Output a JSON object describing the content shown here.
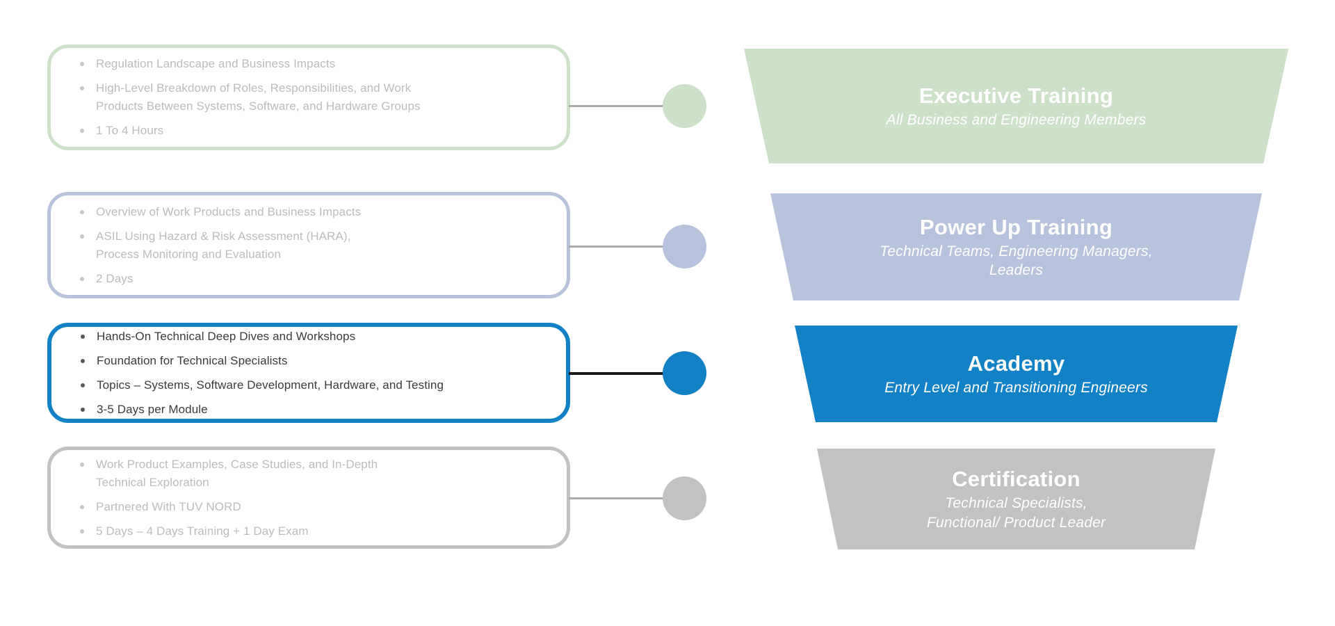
{
  "page": {
    "background": "#ffffff"
  },
  "rows": [
    {
      "name": "executive-training",
      "highlighted": false,
      "accent_color": "#cce1c8",
      "text_color": "#bcbcbc",
      "connector_color": "#a9a9a9",
      "bullets": [
        "Regulation Landscape and Business Impacts",
        "High-Level Breakdown of Roles, Responsibilities, and Work\nProducts Between Systems, Software, and Hardware Groups",
        "1 To 4 Hours"
      ],
      "funnel": {
        "title": "Executive Training",
        "subtitle": "All Business and Engineering Members"
      }
    },
    {
      "name": "power-up-training",
      "highlighted": false,
      "accent_color": "#b7c3dc",
      "text_color": "#bcbcbc",
      "connector_color": "#a9a9a9",
      "bullets": [
        "Overview of Work Products and Business Impacts",
        "ASIL Using Hazard & Risk Assessment (HARA),\nProcess Monitoring and Evaluation",
        "2 Days"
      ],
      "funnel": {
        "title": "Power Up Training",
        "subtitle": "Technical Teams, Engineering Managers,\nLeaders"
      }
    },
    {
      "name": "academy",
      "highlighted": true,
      "accent_color": "#1381c6",
      "text_color": "#3b3b3b",
      "connector_color": "#1a1a1a",
      "bullets": [
        "Hands-On Technical Deep Dives and Workshops",
        "Foundation for Technical Specialists",
        "Topics – Systems, Software Development, Hardware, and Testing",
        "3-5 Days per Module"
      ],
      "funnel": {
        "title": "Academy",
        "subtitle": "Entry Level and Transitioning Engineers"
      }
    },
    {
      "name": "certification",
      "highlighted": false,
      "accent_color": "#c2c2c2",
      "text_color": "#bcbcbc",
      "connector_color": "#a9a9a9",
      "bullets": [
        "Work Product Examples, Case Studies, and In-Depth\nTechnical Exploration",
        "Partnered With TUV NORD",
        "5 Days – 4 Days Training + 1 Day Exam"
      ],
      "funnel": {
        "title": "Certification",
        "subtitle": "Technical Specialists,\nFunctional/ Product Leader"
      }
    }
  ]
}
